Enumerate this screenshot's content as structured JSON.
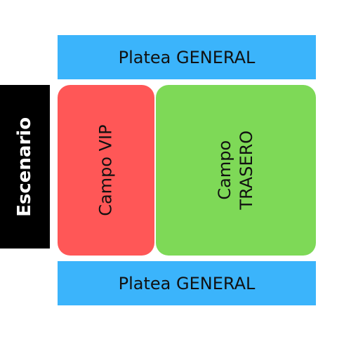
{
  "zones": {
    "platea_top": {
      "label": "Platea GENERAL",
      "color": "#3bb4fb"
    },
    "stage": {
      "label": "Escenario",
      "color": "#000000"
    },
    "campo_vip": {
      "label": "Campo VIP",
      "color": "#ff5757"
    },
    "campo_trasero": {
      "line1": "Campo",
      "line2": "TRASERO",
      "color": "#7ed957"
    },
    "platea_bottom": {
      "label": "Platea GENERAL",
      "color": "#3bb4fb"
    }
  }
}
